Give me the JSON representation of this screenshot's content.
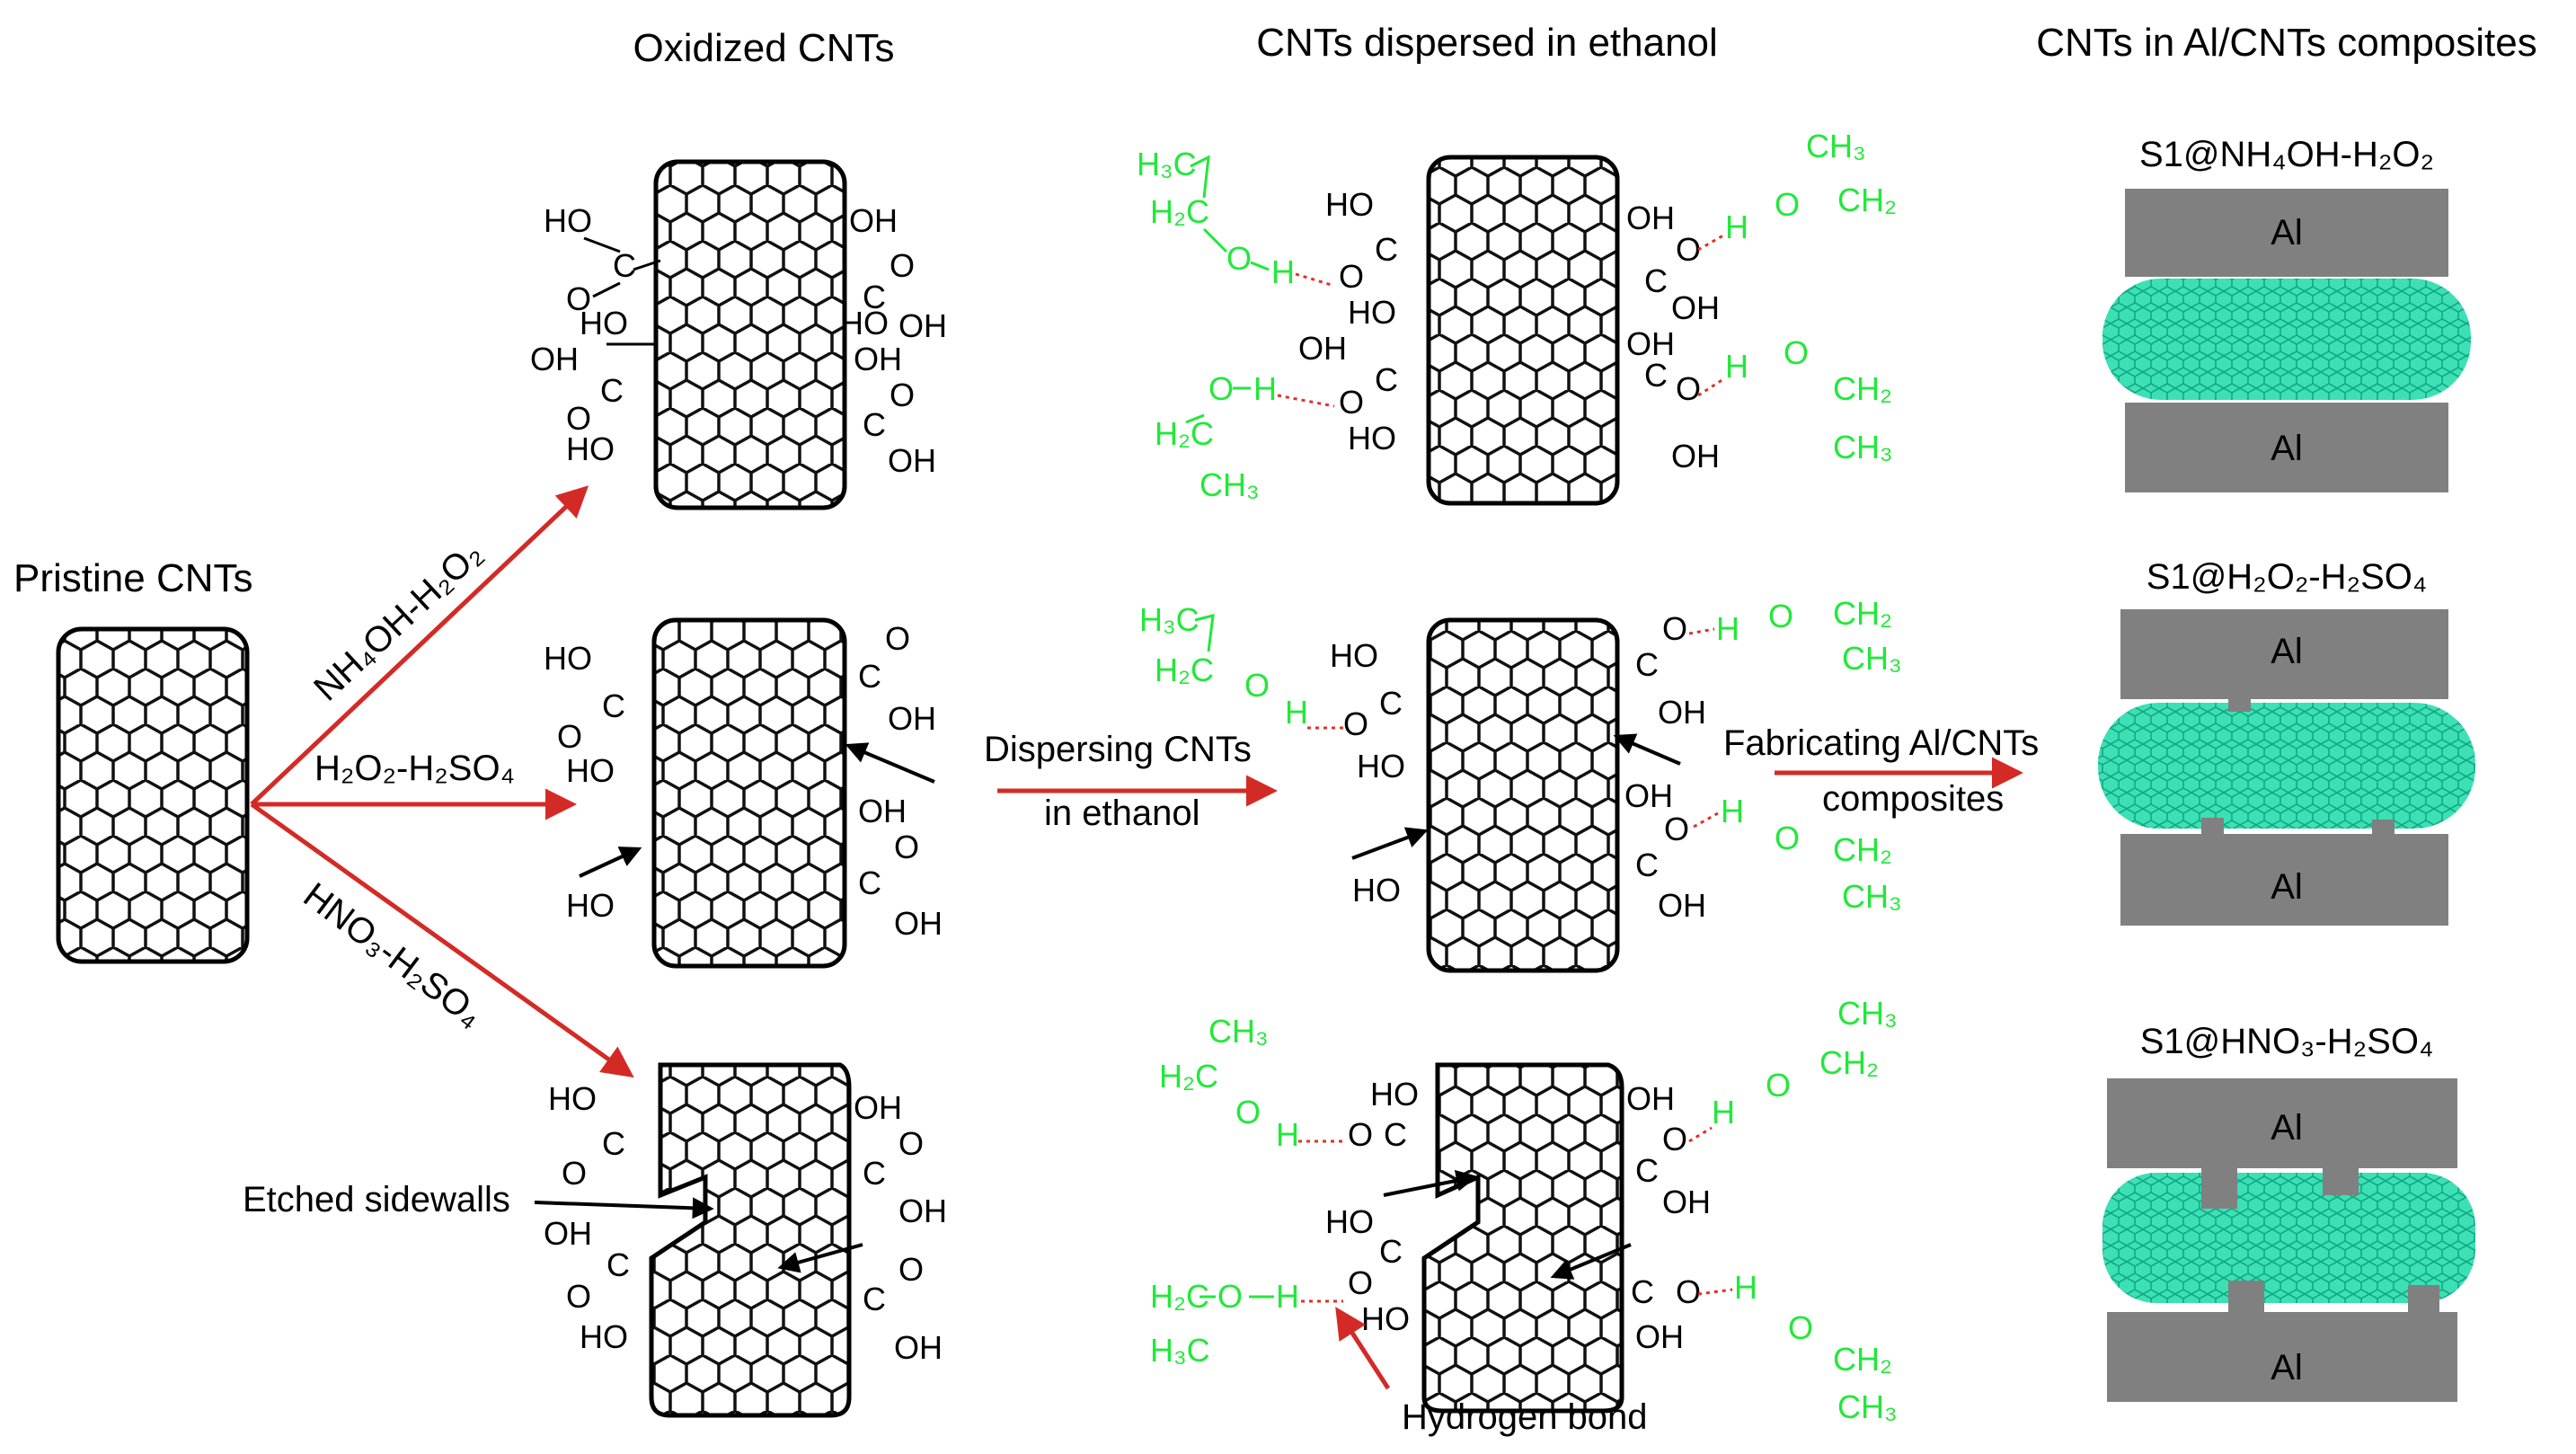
{
  "headers": {
    "oxidized": "Oxidized CNTs",
    "dispersed": "CNTs dispersed in ethanol",
    "composites": "CNTs in Al/CNTs composites"
  },
  "pristine_label": "Pristine CNTs",
  "treatments": {
    "t1": "NH₄OH-H₂O₂",
    "t2": "H₂O₂-H₂SO₄",
    "t3": "HNO₃-H₂SO₄"
  },
  "process": {
    "disperse_line1": "Dispersing  CNTs",
    "disperse_line2": "in ethanol",
    "fab_line1": "Fabricating Al/CNTs",
    "fab_line2": "composites"
  },
  "annotations": {
    "etched": "Etched sidewalls",
    "hbond": "Hydrogen bond"
  },
  "composite_panels": [
    {
      "title": "S1@NH₄OH-H₂O₂",
      "top": "Al",
      "bottom": "Al"
    },
    {
      "title": "S1@H₂O₂-H₂SO₄",
      "top": "Al",
      "bottom": "Al"
    },
    {
      "title": "S1@HNO₃-H₂SO₄",
      "top": "Al",
      "bottom": "Al"
    }
  ],
  "groups": {
    "HO": "HO",
    "OH": "OH",
    "O": "O",
    "C": "C",
    "H": "H",
    "H3C": "H₃C",
    "H2C": "H₂C",
    "CH3": "CH₃",
    "CH2": "CH₂"
  },
  "colors": {
    "arrow": "#d42a26",
    "ethanol": "#22e83a",
    "cnt_composite": "#1fc4a0",
    "aluminum": "#808080"
  }
}
